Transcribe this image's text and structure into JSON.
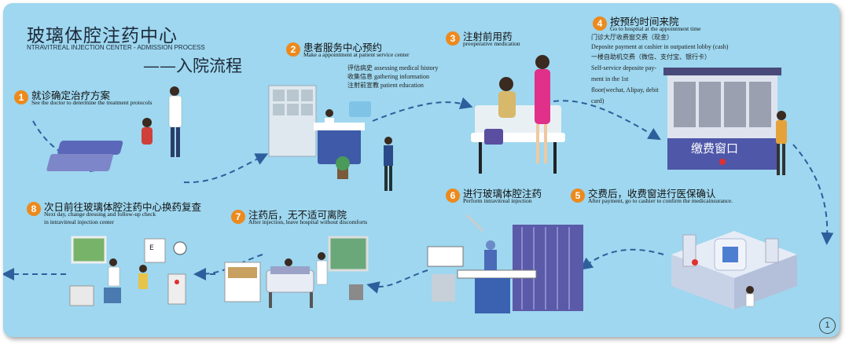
{
  "header": {
    "title_cn": "玻璃体腔注药中心",
    "title_en": "NTRAVITREAL INJECTION CENTER - ADMISSION PROCESS",
    "subtitle": "——入院流程"
  },
  "steps": [
    {
      "num": "1",
      "cn": "就诊确定治疗方案",
      "en": "See the doctor to determine the treatment protocols"
    },
    {
      "num": "2",
      "cn": "患者服务中心预约",
      "en": "Make a appointment at patient service center",
      "notes": [
        "评估病史 assessing medical history",
        "收集信息 gathering information",
        "注射前宣教 patient education"
      ]
    },
    {
      "num": "3",
      "cn": "注射前用药",
      "en": "preoperative medication"
    },
    {
      "num": "4",
      "cn": "按预约时间来院",
      "en": "Go to hospital at the appointment time",
      "notes": [
        "门诊大厅收费窗交费（现金）",
        "Deposite payment at cashier in outpatient lobby (cash)",
        "一楼自助机交费（微信、支付宝、银行卡）",
        "Self-service deposite pay-",
        "ment in the 1st",
        "floor(wechat, Alipay, debit",
        "card)"
      ]
    },
    {
      "num": "5",
      "cn": "交费后，收费窗进行医保确认",
      "en": "After payment, go to cashier to confirm the medicainsurance."
    },
    {
      "num": "6",
      "cn": "进行玻璃体腔注药",
      "en": "Perform intravitreal injection"
    },
    {
      "num": "7",
      "cn": "注药后，无不适可离院",
      "en": "After injection, leave hospital without discomforts"
    },
    {
      "num": "8",
      "cn": "次日前往玻璃体腔注药中心换药复查",
      "en": [
        "Next day, change dressing and follow-up check",
        "in intravitreal injection center"
      ]
    }
  ],
  "window_sign": "缴费窗口",
  "page_number": "1",
  "colors": {
    "background": "#9ed7ef",
    "accent": "#ec8a1e",
    "path": "#2d5f9c"
  }
}
